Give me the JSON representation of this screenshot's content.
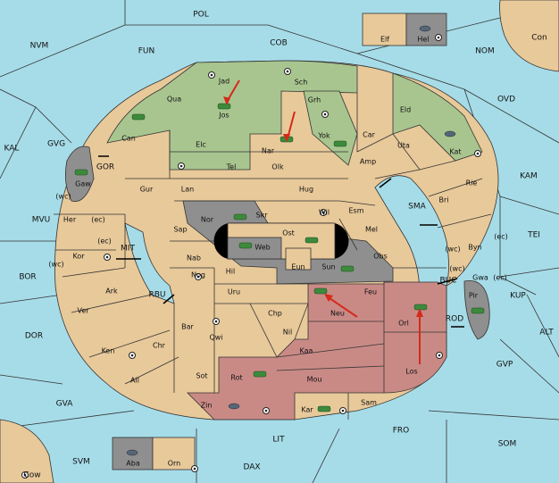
{
  "map": {
    "provinces": [
      {
        "id": "pol",
        "label": "POL"
      },
      {
        "id": "nvm",
        "label": "NVM"
      },
      {
        "id": "fun",
        "label": "FUN"
      },
      {
        "id": "cob",
        "label": "COB"
      },
      {
        "id": "nom",
        "label": "NOM"
      },
      {
        "id": "con",
        "label": "Con"
      },
      {
        "id": "elf",
        "label": "Elf"
      },
      {
        "id": "hel",
        "label": "Hel"
      },
      {
        "id": "ovd",
        "label": "OVD"
      },
      {
        "id": "kal",
        "label": "KAL"
      },
      {
        "id": "gvg",
        "label": "GVG"
      },
      {
        "id": "kam",
        "label": "KAM"
      },
      {
        "id": "tei",
        "label": "TEI"
      },
      {
        "id": "mvu",
        "label": "MVU"
      },
      {
        "id": "bor",
        "label": "BOR"
      },
      {
        "id": "dor",
        "label": "DOR"
      },
      {
        "id": "gva",
        "label": "GVA"
      },
      {
        "id": "kup",
        "label": "KUP"
      },
      {
        "id": "alt",
        "label": "ALT"
      },
      {
        "id": "gvp",
        "label": "GVP"
      },
      {
        "id": "fro",
        "label": "FRO"
      },
      {
        "id": "som",
        "label": "SOM"
      },
      {
        "id": "lit",
        "label": "LIT"
      },
      {
        "id": "svm",
        "label": "SVM"
      },
      {
        "id": "dax",
        "label": "DAX"
      },
      {
        "id": "cow",
        "label": "Cow"
      },
      {
        "id": "aba",
        "label": "Aba"
      },
      {
        "id": "orn",
        "label": "Orn"
      },
      {
        "id": "sma",
        "label": "SMA"
      },
      {
        "id": "gor",
        "label": "GOR"
      },
      {
        "id": "mit",
        "label": "MIT"
      },
      {
        "id": "rbu",
        "label": "RBU"
      },
      {
        "id": "buc",
        "label": "BUC"
      },
      {
        "id": "rod",
        "label": "ROD"
      },
      {
        "id": "jad",
        "label": "Jad"
      },
      {
        "id": "sch",
        "label": "Sch"
      },
      {
        "id": "qua",
        "label": "Qua"
      },
      {
        "id": "jos",
        "label": "Jos"
      },
      {
        "id": "grh",
        "label": "Grh"
      },
      {
        "id": "eld",
        "label": "Eld"
      },
      {
        "id": "can",
        "label": "Can"
      },
      {
        "id": "yok",
        "label": "Yok"
      },
      {
        "id": "car",
        "label": "Car"
      },
      {
        "id": "kat",
        "label": "Kat"
      },
      {
        "id": "uta",
        "label": "Uta"
      },
      {
        "id": "elc",
        "label": "Elc"
      },
      {
        "id": "nar",
        "label": "Nar"
      },
      {
        "id": "amp",
        "label": "Amp"
      },
      {
        "id": "tel",
        "label": "Tel"
      },
      {
        "id": "olk",
        "label": "Olk"
      },
      {
        "id": "gaw",
        "label": "Gaw"
      },
      {
        "id": "gur",
        "label": "Gur"
      },
      {
        "id": "lan",
        "label": "Lan"
      },
      {
        "id": "hug",
        "label": "Hug"
      },
      {
        "id": "rie",
        "label": "Rie"
      },
      {
        "id": "bri",
        "label": "Bri"
      },
      {
        "id": "wil",
        "label": "Wil"
      },
      {
        "id": "esm",
        "label": "Esm"
      },
      {
        "id": "nor",
        "label": "Nor"
      },
      {
        "id": "skr",
        "label": "Skr"
      },
      {
        "id": "ost",
        "label": "Ost"
      },
      {
        "id": "her",
        "label": "Her"
      },
      {
        "id": "sap",
        "label": "Sap"
      },
      {
        "id": "web",
        "label": "Web"
      },
      {
        "id": "mel",
        "label": "Mel"
      },
      {
        "id": "byn",
        "label": "Byn"
      },
      {
        "id": "kor",
        "label": "Kor"
      },
      {
        "id": "nab",
        "label": "Nab"
      },
      {
        "id": "eun",
        "label": "Eun"
      },
      {
        "id": "sun",
        "label": "Sun"
      },
      {
        "id": "obs",
        "label": "Obs"
      },
      {
        "id": "gwa",
        "label": "Gwa"
      },
      {
        "id": "hil",
        "label": "Hil"
      },
      {
        "id": "nog",
        "label": "Nog"
      },
      {
        "id": "ark",
        "label": "Ark"
      },
      {
        "id": "uru",
        "label": "Uru"
      },
      {
        "id": "feu",
        "label": "Feu"
      },
      {
        "id": "pir",
        "label": "Pir"
      },
      {
        "id": "ver",
        "label": "Ver"
      },
      {
        "id": "chp",
        "label": "Chp"
      },
      {
        "id": "neu",
        "label": "Neu"
      },
      {
        "id": "orl",
        "label": "Orl"
      },
      {
        "id": "bar",
        "label": "Bar"
      },
      {
        "id": "qwi",
        "label": "Qwi"
      },
      {
        "id": "nil",
        "label": "Nil"
      },
      {
        "id": "ken",
        "label": "Ken"
      },
      {
        "id": "chr",
        "label": "Chr"
      },
      {
        "id": "kaa",
        "label": "Kaa"
      },
      {
        "id": "los",
        "label": "Los"
      },
      {
        "id": "ail",
        "label": "Ail"
      },
      {
        "id": "sot",
        "label": "Sot"
      },
      {
        "id": "rot",
        "label": "Rot"
      },
      {
        "id": "mou",
        "label": "Mou"
      },
      {
        "id": "zin",
        "label": "Zin"
      },
      {
        "id": "kar",
        "label": "Kar"
      },
      {
        "id": "sam",
        "label": "Sam"
      }
    ],
    "coast_labels": [
      "(wc)",
      "(ec)",
      "(ec)",
      "(wc)",
      "(ec)",
      "(wc)",
      "(wc)",
      "(ec)"
    ],
    "colors": {
      "sea": "#a6dce8",
      "neutral": "#e8c99a",
      "green_power": "#a8c58f",
      "red_power": "#c98a86",
      "gray_power": "#8f8f8f",
      "arrow": "#d42a1a"
    }
  }
}
